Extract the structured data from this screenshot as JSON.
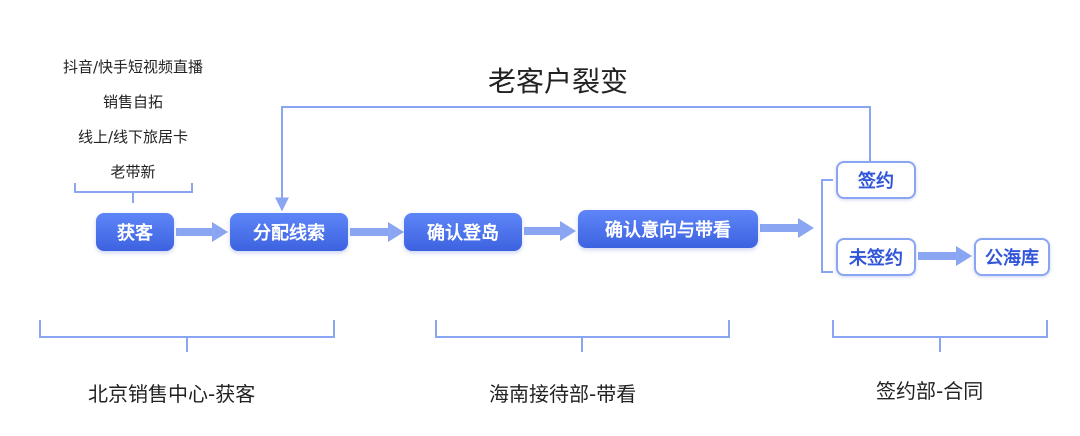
{
  "sources": [
    "抖音/快手短视频直播",
    "销售自拓",
    "线上/线下旅居卡",
    "老带新"
  ],
  "loop_title": "老客户裂变",
  "nodes": {
    "acquire": "获客",
    "assign": "分配线索",
    "confirm_island": "确认登岛",
    "confirm_intent": "确认意向与带看",
    "signed": "签约",
    "unsigned": "未签约",
    "public_pool": "公海库"
  },
  "departments": {
    "beijing": "北京销售中心-获客",
    "hainan": "海南接待部-带看",
    "contract": "签约部-合同"
  },
  "colors": {
    "accent": "#4a6ff0",
    "arrow": "#8aa6f3",
    "bracket": "#8aa6f3",
    "line": "#8aa6f3"
  }
}
